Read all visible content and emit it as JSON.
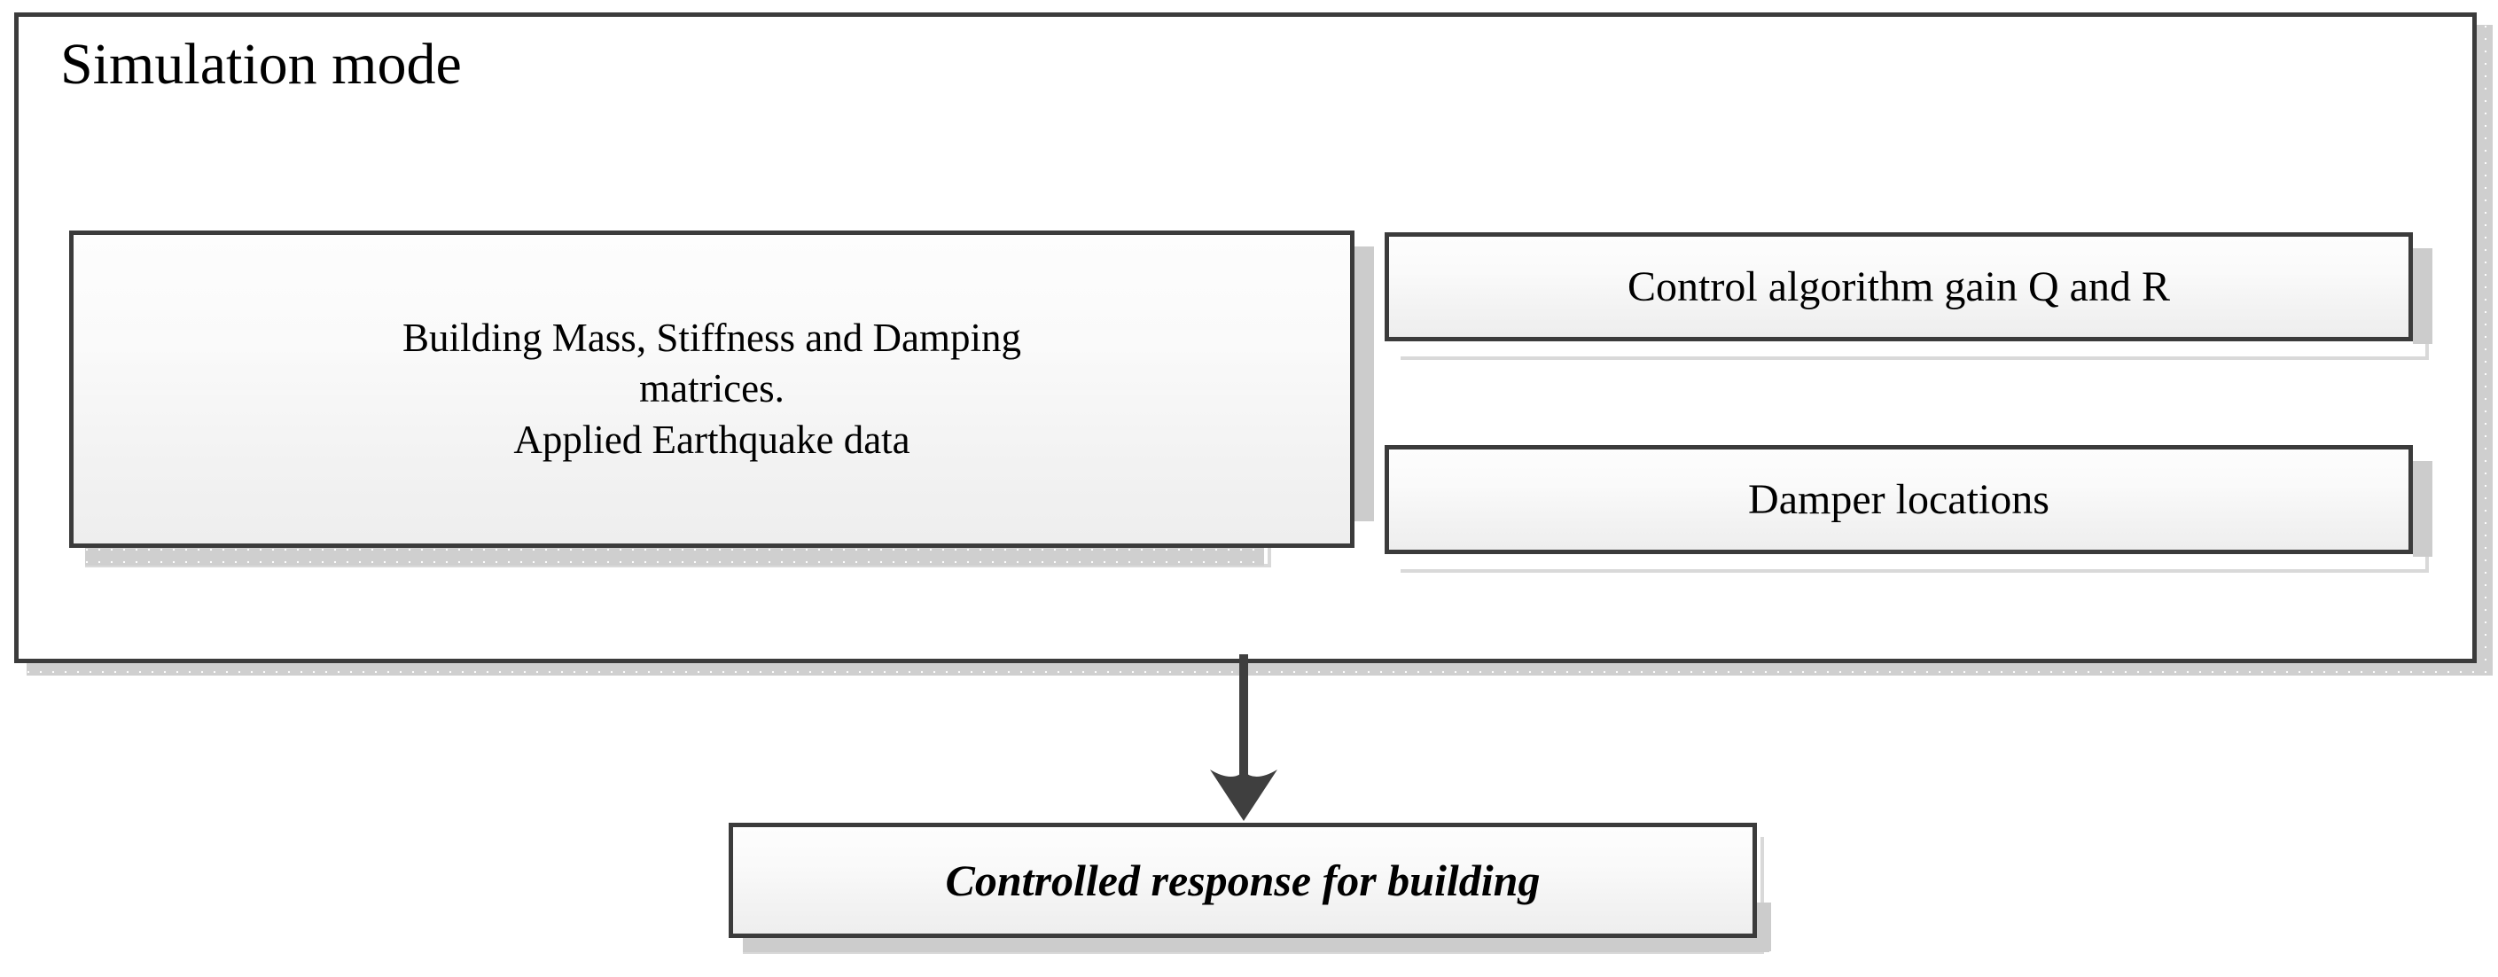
{
  "panel": {
    "title": "Simulation mode",
    "border_color": "#3b3b3b",
    "background": "#ffffff"
  },
  "boxes": {
    "building": {
      "label": "Building Mass, Stiffness and Damping matrices.\nApplied Earthquake data",
      "line1": "Building Mass, Stiffness and Damping",
      "line2": "matrices.",
      "line3": "Applied Earthquake data"
    },
    "control_gain": {
      "label": "Control algorithm gain Q and R"
    },
    "damper_locations": {
      "label": "Damper locations"
    },
    "controlled_response": {
      "label": "Controlled response for building"
    }
  },
  "connector": {
    "arrow_name": "down-arrow",
    "direction": "down",
    "from": "simulation-mode-panel",
    "to": "controlled-response-box",
    "color": "#3f3f3f"
  },
  "colors": {
    "border": "#3b3b3b",
    "box_fill_top": "#fdfdfd",
    "box_fill_bottom": "#eeeeee",
    "shadow": "#cccccc",
    "shadow_hairline": "#d9d9d9",
    "text": "#000000"
  }
}
